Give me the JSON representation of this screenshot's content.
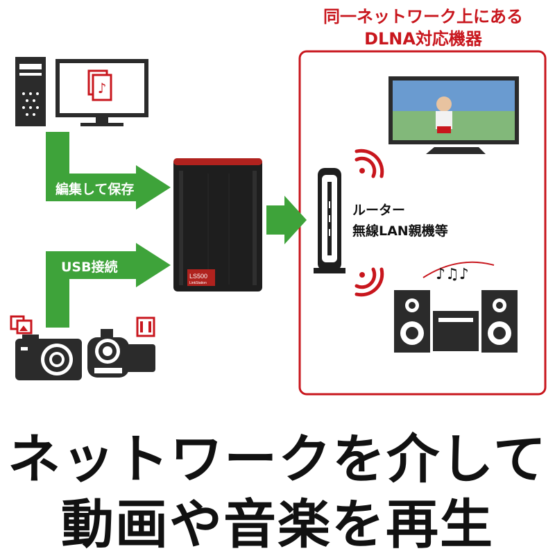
{
  "box_title_line1": "同一ネットワーク上にある",
  "box_title_line2": "DLNA対応機器",
  "arrow_label_save": "編集して保存",
  "arrow_label_usb": "USB接続",
  "router_label_line1": "ルーター",
  "router_label_line2": "無線LAN親機等",
  "nas_model": "LS500",
  "nas_brand": "LinkStation",
  "headline_line1": "ネットワークを介して",
  "headline_line2": "動画や音楽を再生",
  "colors": {
    "accent_red": "#c8161d",
    "arrow_green": "#3ea33a",
    "device_dark": "#2b2b2b",
    "text_dark": "#111111"
  }
}
